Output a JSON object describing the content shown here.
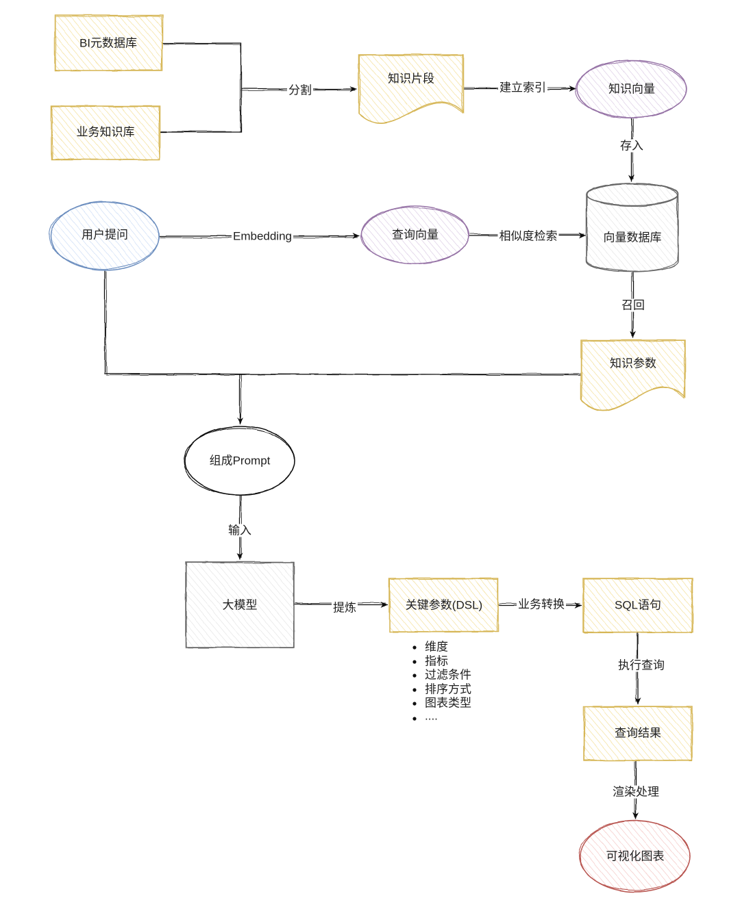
{
  "palette": {
    "yellow_stroke": "#d6b656",
    "yellow_hatch": "#f3dd8f",
    "purple_stroke": "#9673a6",
    "purple_hatch": "#d9c8e2",
    "blue_stroke": "#6c8ebf",
    "blue_hatch": "#c8daf5",
    "gray_stroke": "#666666",
    "gray_hatch": "#e0e0e0",
    "red_stroke": "#b85450",
    "red_hatch": "#f3c2c0",
    "line": "#111111"
  },
  "nodes": {
    "bi_metadata_db": "BI元数据库",
    "business_kb": "业务知识库",
    "knowledge_fragment": "知识片段",
    "knowledge_vector": "知识向量",
    "vector_db": "向量数据库",
    "user_question": "用户提问",
    "query_vector": "查询向量",
    "knowledge_params": "知识参数",
    "compose_prompt": "组成Prompt",
    "llm": "大模型",
    "key_params": "关键参数(DSL)",
    "sql": "SQL语句",
    "query_result": "查询结果",
    "visual_chart": "可视化图表"
  },
  "edges": {
    "split": "分割",
    "build_index": "建立索引",
    "store": "存入",
    "embedding": "Embedding",
    "similarity": "相似度检索",
    "recall": "召回",
    "input": "输入",
    "refine": "提炼",
    "business_convert": "业务转换",
    "execute_query": "执行查询",
    "render": "渲染处理"
  },
  "key_param_list": [
    "维度",
    "指标",
    "过滤条件",
    "排序方式",
    "图表类型",
    "...."
  ]
}
